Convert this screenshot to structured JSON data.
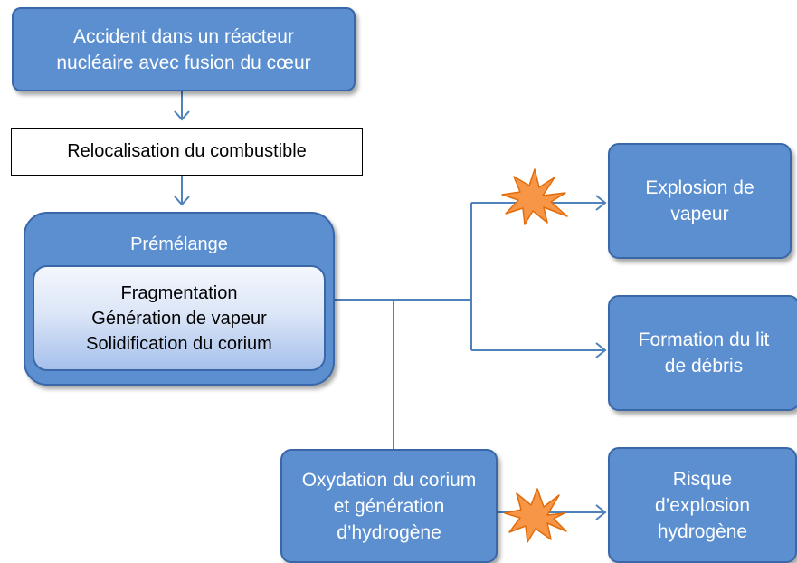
{
  "nodes": {
    "accident": [
      "Accident dans un réacteur",
      "nucléaire avec fusion du cœur"
    ],
    "relocalisation": "Relocalisation du combustible",
    "premelange": {
      "title": "Prémélange",
      "items": [
        "Fragmentation",
        "Génération de vapeur",
        "Solidification du corium"
      ]
    },
    "explosion_vapeur": [
      "Explosion de",
      "vapeur"
    ],
    "formation_lit": [
      "Formation du lit",
      "de débris"
    ],
    "oxydation": [
      "Oxydation du corium",
      "et génération",
      "d’hydrogène"
    ],
    "risque": [
      "Risque",
      "d’explosion",
      "hydrogène"
    ]
  },
  "colors": {
    "box_fill": "#5b8fd0",
    "box_border": "#3a67a8",
    "arrow": "#4f81bd",
    "burst_fill": "#f79646",
    "burst_stroke": "#e36c0a"
  }
}
